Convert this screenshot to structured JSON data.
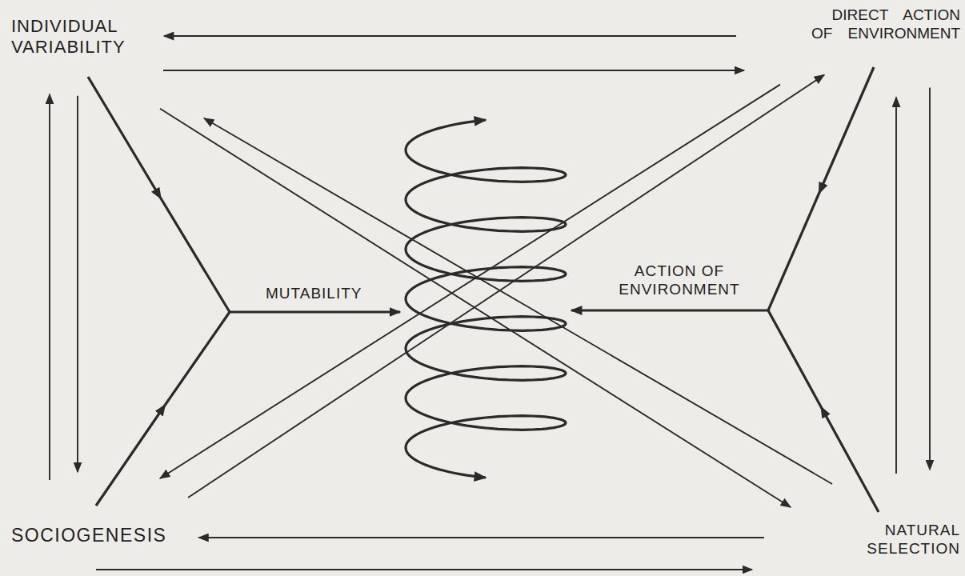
{
  "diagram": {
    "nodes": [
      {
        "text": [
          "INDIVIDUAL VARIABILITY"
        ]
      },
      {
        "text": [
          "DIRECT ACTION OF ENVIRONMENT"
        ]
      },
      {
        "text": [
          "SOCIOGENESIS"
        ]
      },
      {
        "text": [
          "NATURAL SELECTION"
        ]
      }
    ],
    "edges": [
      {
        "from": 1,
        "to": 0,
        "arrow": "to"
      },
      {
        "from": 0,
        "to": 1,
        "arrow": "to"
      },
      {
        "from": 2,
        "to": 0,
        "arrow": "to"
      },
      {
        "from": 0,
        "to": 2,
        "arrow": "to"
      },
      {
        "from": 3,
        "to": 1,
        "arrow": "to"
      },
      {
        "from": 1,
        "to": 3,
        "arrow": "to"
      },
      {
        "from": 3,
        "to": 2,
        "arrow": "to"
      },
      {
        "from": 2,
        "to": 3,
        "arrow": "to"
      },
      {
        "from": 0,
        "to": 3,
        "arrow": "to"
      },
      {
        "from": 3,
        "to": 0,
        "arrow": "to"
      },
      {
        "from": 1,
        "to": 2,
        "arrow": "to"
      },
      {
        "from": 2,
        "to": 1,
        "arrow": "to"
      }
    ],
    "labels": [
      "MUTABILITY",
      "ACTION OF ENVIRONMENT"
    ]
  }
}
